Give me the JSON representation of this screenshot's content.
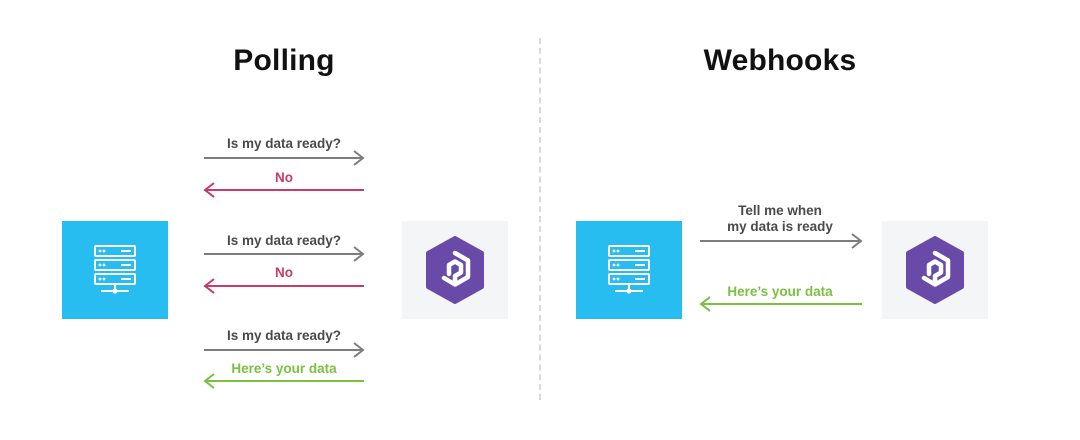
{
  "colors": {
    "server": "#27bdf0",
    "api_box": "#f4f5f7",
    "request_arrow": "#7d7d7d",
    "no_arrow": "#c83a6c",
    "data_arrow": "#7ac142",
    "logo": "#6a4aa8"
  },
  "icons": {
    "server": "server-rack-icon",
    "api": "hexagon-logo-icon"
  },
  "polling": {
    "title": "Polling",
    "exchanges": [
      {
        "request": "Is my data ready?",
        "response": "No",
        "response_type": "no"
      },
      {
        "request": "Is my data ready?",
        "response": "No",
        "response_type": "no"
      },
      {
        "request": "Is my data ready?",
        "response": "Here’s your data",
        "response_type": "data"
      }
    ]
  },
  "webhooks": {
    "title": "Webhooks",
    "request_line1": "Tell me when",
    "request_line2": "my data is ready",
    "response": "Here’s your data"
  }
}
